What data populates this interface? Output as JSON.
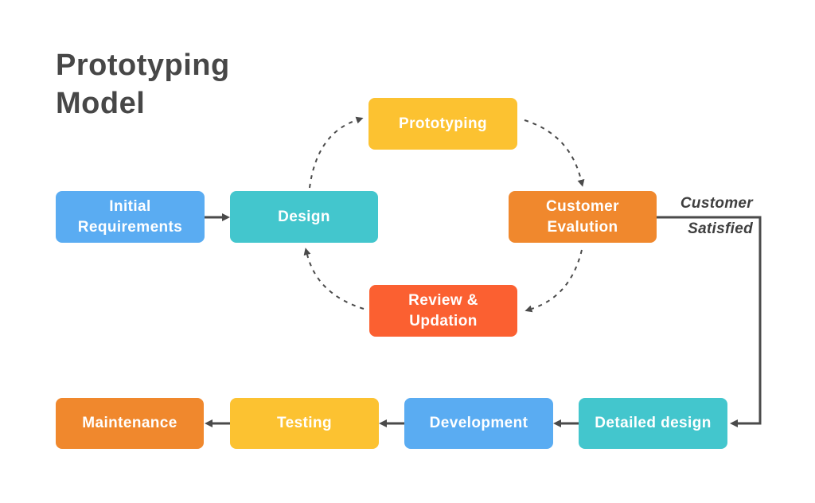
{
  "title": {
    "line1": "Prototyping",
    "line2": "Model"
  },
  "colors": {
    "ink": "#4A4A4A",
    "blue": "#5AACF2",
    "teal": "#43C6CD",
    "yellow": "#FCC231",
    "orange": "#F0882D",
    "red_orange": "#FB6031",
    "background": "#FFFFFF"
  },
  "nodes": {
    "prototyping": {
      "label": "Prototyping",
      "color": "#FCC231"
    },
    "initial_requirements": {
      "label": "Initial Requirements",
      "color": "#5AACF2"
    },
    "design": {
      "label": "Design",
      "color": "#43C6CD"
    },
    "customer_evalution": {
      "label": "Customer Evalution",
      "color": "#F0882D"
    },
    "review_updation": {
      "label": "Review & Updation",
      "color": "#FB6031"
    },
    "maintenance": {
      "label": "Maintenance",
      "color": "#F0882D"
    },
    "testing": {
      "label": "Testing",
      "color": "#FCC231"
    },
    "development": {
      "label": "Development",
      "color": "#5AACF2"
    },
    "detailed_design": {
      "label": "Detailed design",
      "color": "#43C6CD"
    }
  },
  "edge_labels": {
    "top": "Customer",
    "bottom": "Satisfied"
  }
}
